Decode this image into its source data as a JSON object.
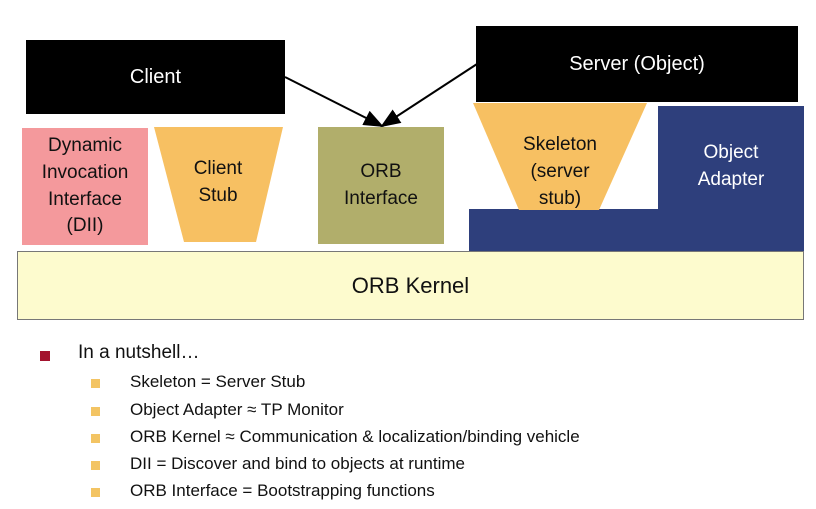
{
  "diagram": {
    "client": "Client",
    "server": "Server (Object)",
    "dii": [
      "Dynamic",
      "Invocation",
      "Interface",
      "(DII)"
    ],
    "client_stub": [
      "Client",
      "Stub"
    ],
    "orb_interface": [
      "ORB",
      "Interface"
    ],
    "skeleton": [
      "Skeleton",
      "(server",
      "stub)"
    ],
    "object_adapter": [
      "Object",
      "Adapter"
    ],
    "orb_kernel": "ORB Kernel"
  },
  "colors": {
    "black_box": "#000000",
    "dii": "#f4999c",
    "stub": "#f7c062",
    "orb_interface": "#b1ae6b",
    "object_adapter": "#2e3f7c",
    "orb_kernel": "#fdfbce",
    "bullet_main": "#a3132e",
    "bullet_sub": "#f3c463"
  },
  "notes": {
    "heading": "In a nutshell…",
    "items": [
      "Skeleton = Server Stub",
      "Object Adapter ≈ TP Monitor",
      "ORB Kernel ≈ Communication & localization/binding vehicle",
      "DII = Discover and bind to objects at runtime",
      "ORB Interface = Bootstrapping functions"
    ]
  }
}
